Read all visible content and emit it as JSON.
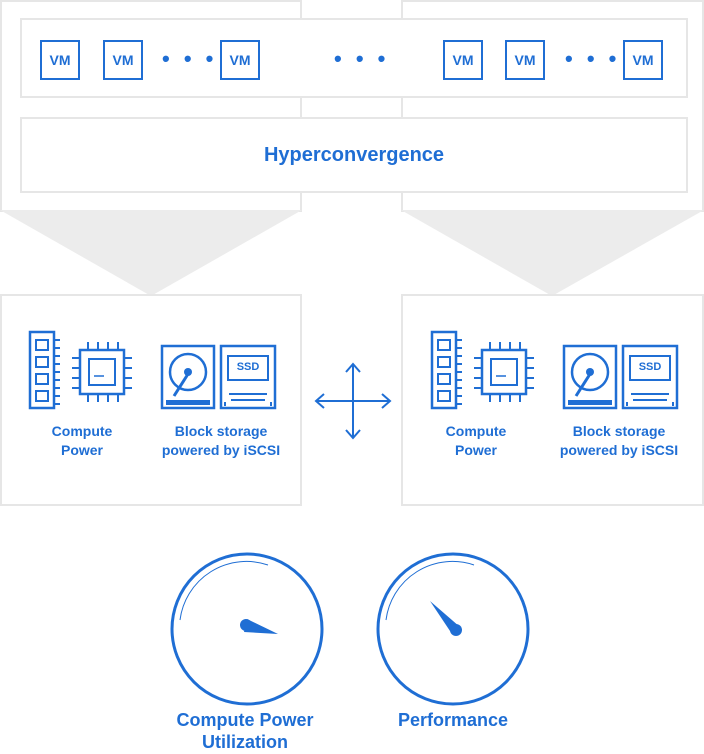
{
  "vm_left": [
    "VM",
    "VM",
    "VM"
  ],
  "vm_right": [
    "VM",
    "VM",
    "VM"
  ],
  "ellipsis": "• • •",
  "hyperconvergence": "Hyperconvergence",
  "node_left": {
    "compute_label": "Compute Power",
    "compute_line1": "Compute",
    "compute_line2": "Power",
    "storage_line1": "Block storage",
    "storage_line2": "powered by iSCSI",
    "ssd": "SSD"
  },
  "node_right": {
    "compute_line1": "Compute",
    "compute_line2": "Power",
    "storage_line1": "Block storage",
    "storage_line2": "powered by iSCSI",
    "ssd": "SSD"
  },
  "gauges": {
    "left_line1": "Compute Power",
    "left_line2": "Utilization",
    "right": "Performance"
  },
  "colors": {
    "accent": "#1f6ed4",
    "frame_border": "#e6e6e6",
    "funnel": "#ececec"
  },
  "icons": [
    "ram-icon",
    "cpu-icon",
    "hdd-icon",
    "ssd-icon",
    "move-arrows-icon",
    "gauge-icon"
  ]
}
